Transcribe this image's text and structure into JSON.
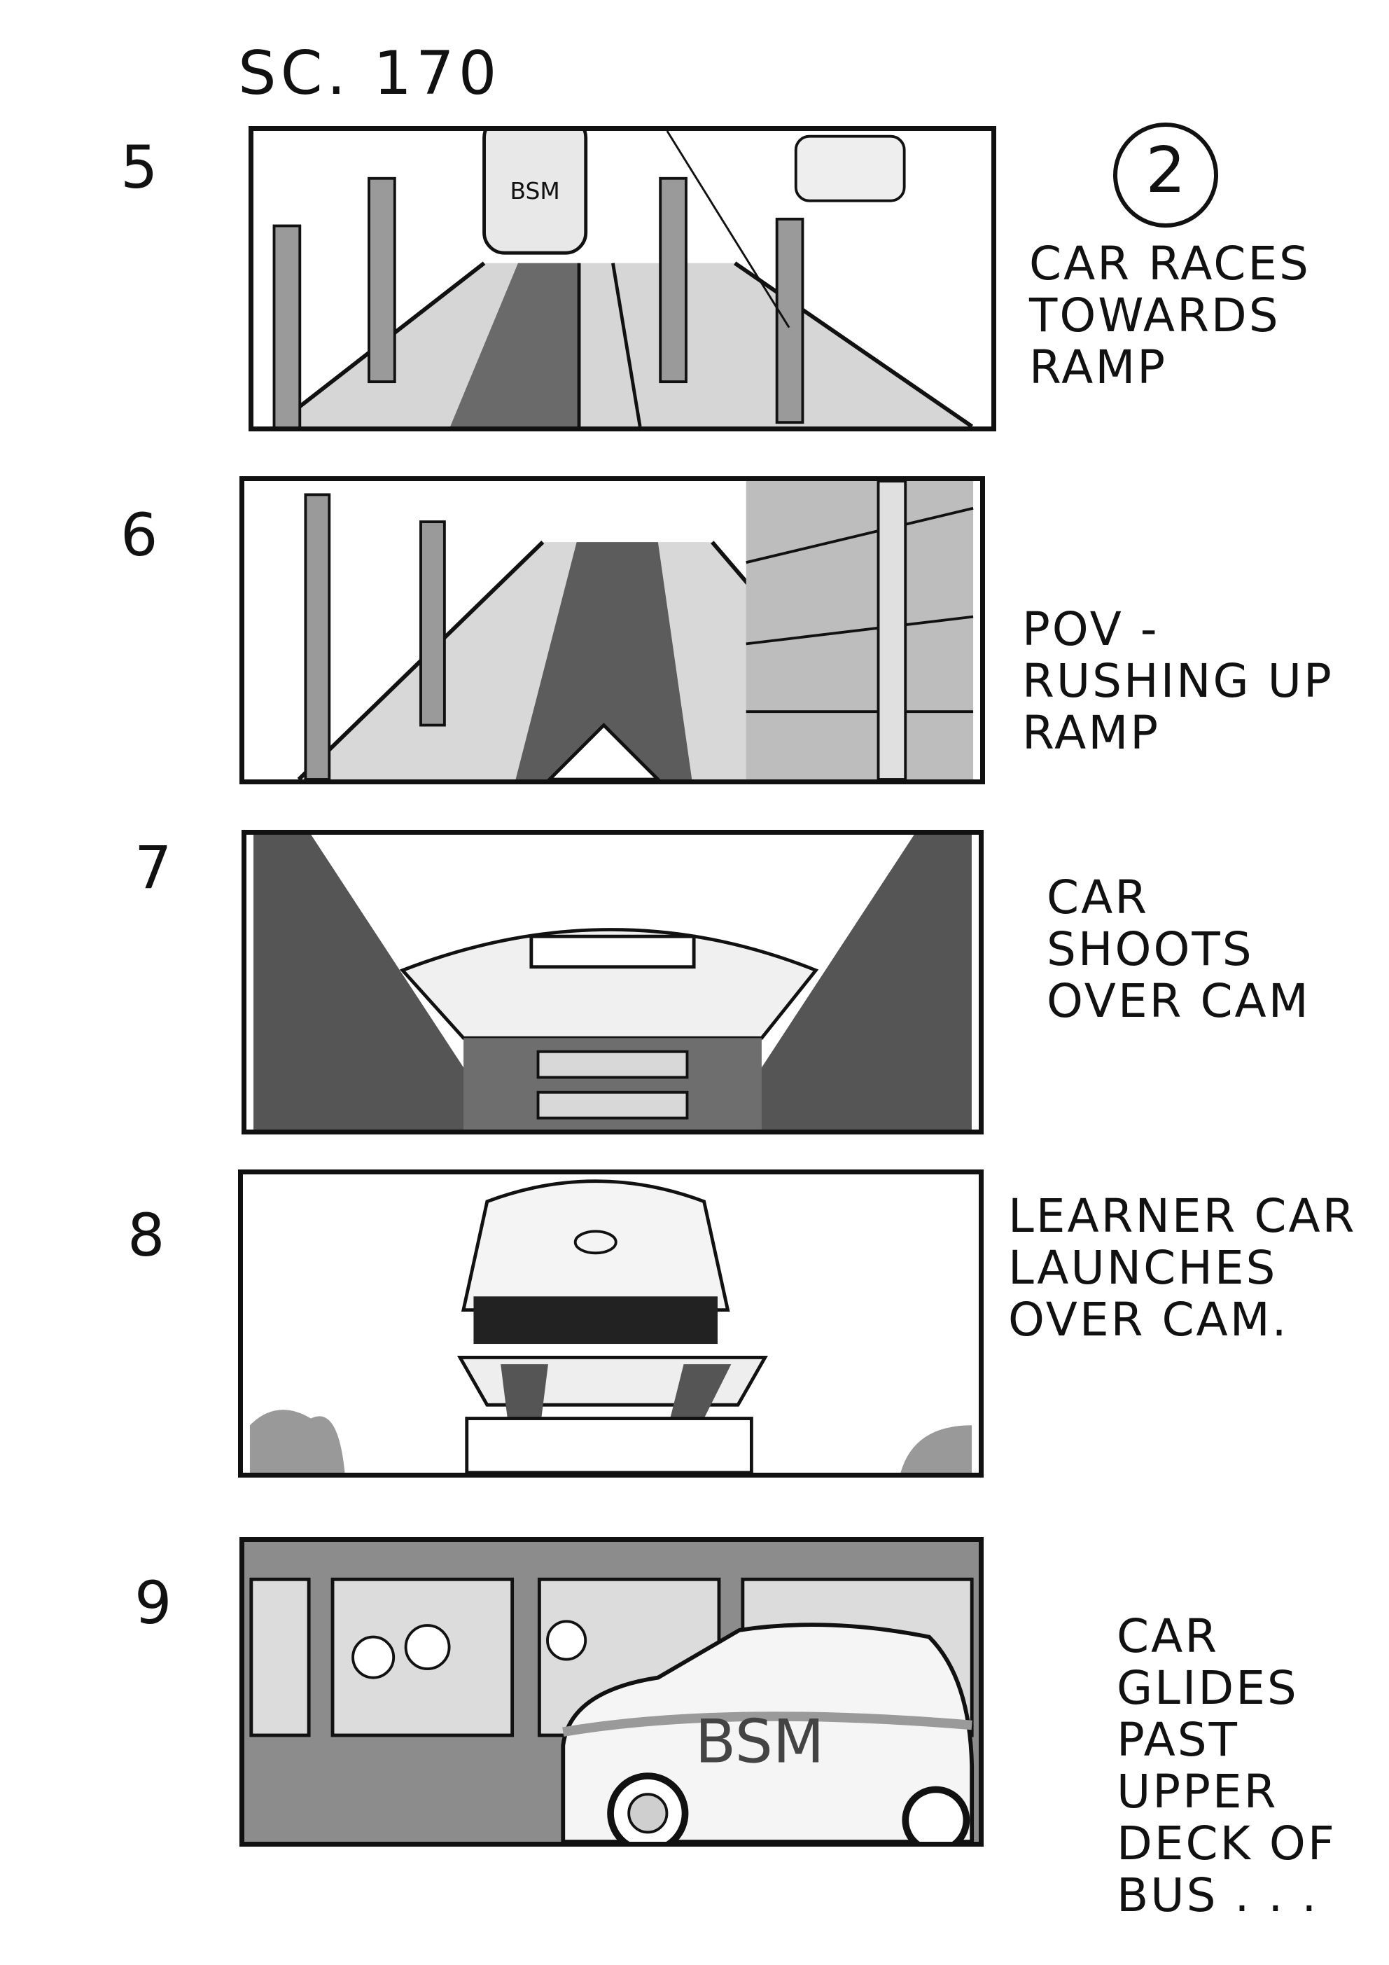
{
  "scene_label": "SC. 170",
  "page_badge": "2",
  "panels": [
    {
      "number": "5",
      "caption": "CAR RACES\nTOWARDS\nRAMP",
      "car_text": "BSM"
    },
    {
      "number": "6",
      "caption": "POV -\nRUSHING UP\nRAMP"
    },
    {
      "number": "7",
      "caption": "CAR\nSHOOTS\nOVER CAM"
    },
    {
      "number": "8",
      "caption": "LEARNER CAR\nLAUNCHES\nOVER CAM."
    },
    {
      "number": "9",
      "caption": "CAR GLIDES\nPAST UPPER\nDECK OF\nBUS . . .",
      "car_text": "BSM"
    }
  ],
  "colors": {
    "ink": "#111111",
    "mid_grey": "#8a8a8a",
    "light_grey": "#c8c8c8",
    "paper": "#ffffff"
  }
}
